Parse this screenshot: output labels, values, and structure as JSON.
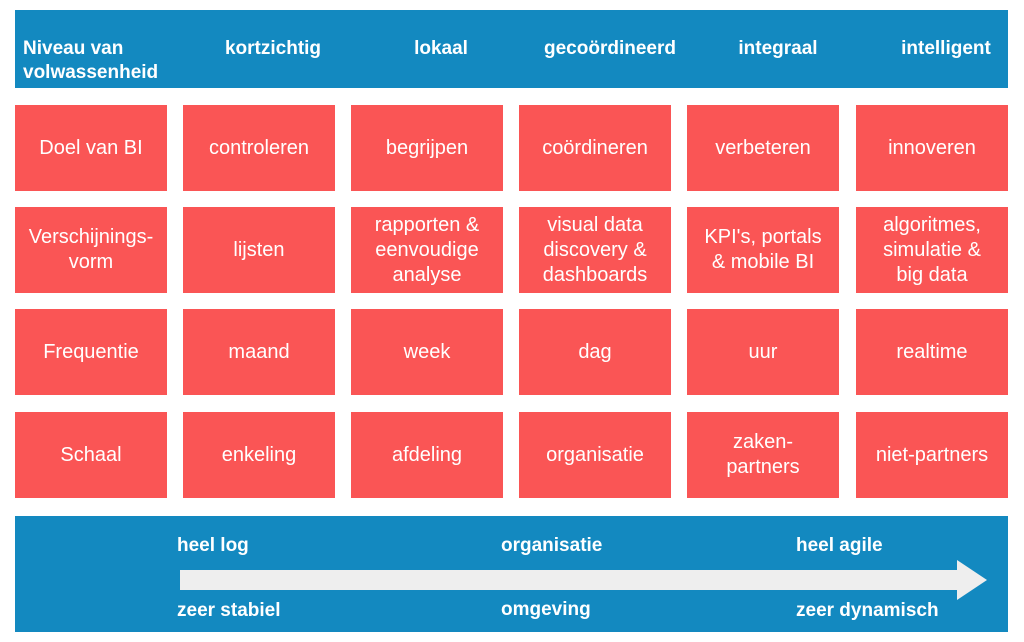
{
  "header": {
    "title_line1": "Niveau van",
    "title_line2": "volwassenheid",
    "levels": [
      "kortzichtig",
      "lokaal",
      "gecoördineerd",
      "integraal",
      "intelligent"
    ]
  },
  "rows": [
    {
      "label": "Doel van BI",
      "cells": [
        "controleren",
        "begrijpen",
        "coördineren",
        "verbeteren",
        "innoveren"
      ]
    },
    {
      "label": "Verschijnings-\nvorm",
      "cells": [
        "lijsten",
        "rapporten &\neenvoudige\nanalyse",
        "visual data\ndiscovery &\ndashboards",
        "KPI's, portals\n& mobile BI",
        "algoritmes,\nsimulatie &\nbig data"
      ]
    },
    {
      "label": "Frequentie",
      "cells": [
        "maand",
        "week",
        "dag",
        "uur",
        "realtime"
      ]
    },
    {
      "label": "Schaal",
      "cells": [
        "enkeling",
        "afdeling",
        "organisatie",
        "zaken-\npartners",
        "niet-partners"
      ]
    }
  ],
  "footer": {
    "left_top": "heel log",
    "left_bottom": "zeer stabiel",
    "center_top": "organisatie",
    "center_bottom": "omgeving",
    "right_top": "heel agile",
    "right_bottom": "zeer dynamisch"
  },
  "colors": {
    "header_bg": "#1389c0",
    "cell_bg": "#fa5555",
    "arrow": "#eeeeee",
    "text": "#ffffff"
  }
}
